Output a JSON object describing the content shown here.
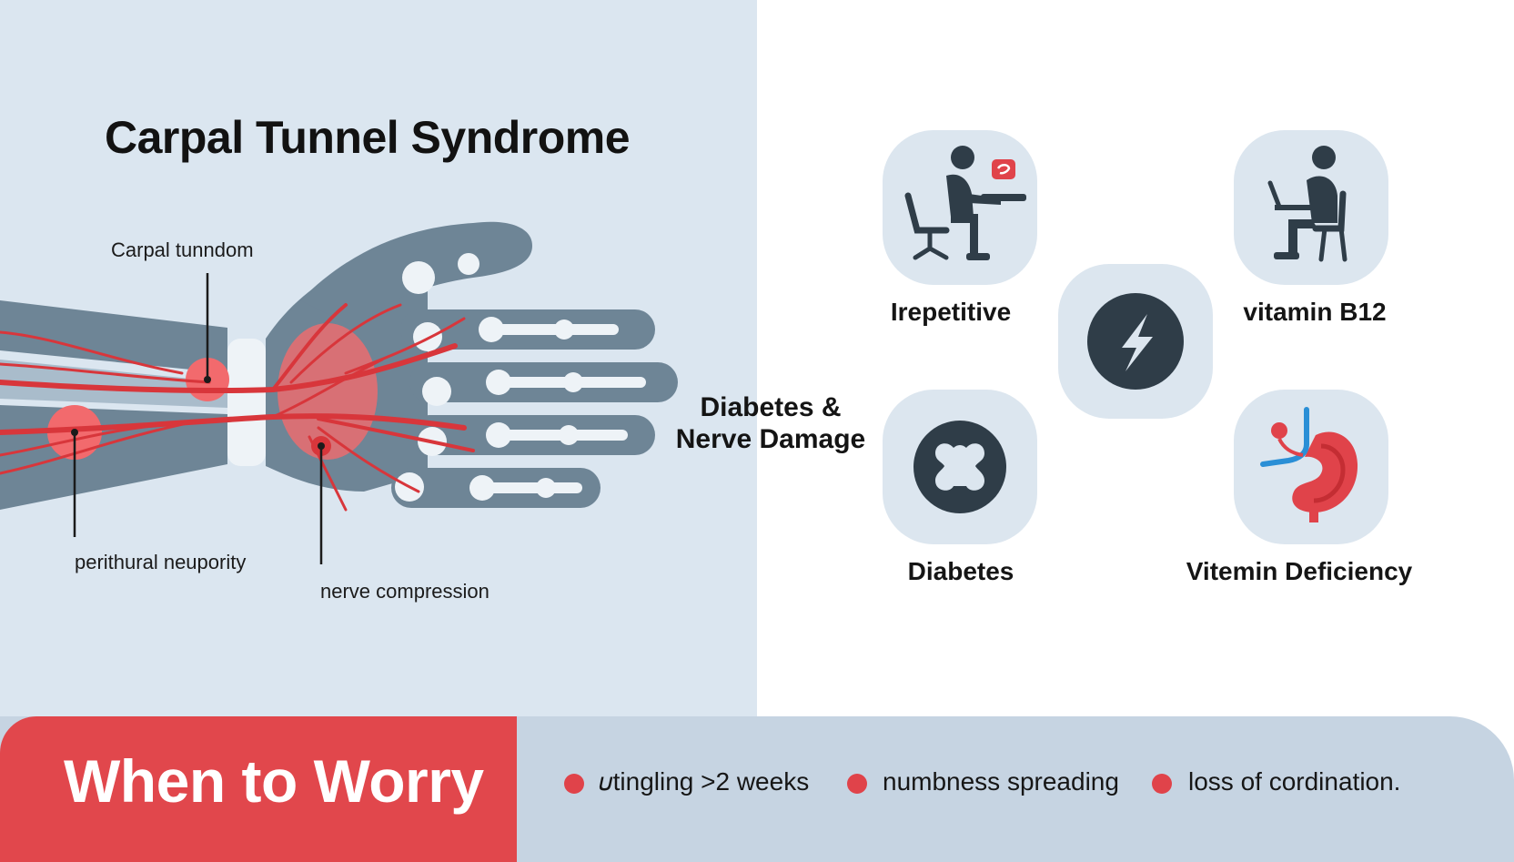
{
  "title": "Carpal Tunnel Syndrome",
  "anatomy_labels": {
    "top": "Carpal tunndom",
    "left": "perithural neupority",
    "right": "nerve compression"
  },
  "center_label": {
    "line1": "Diabetes &",
    "line2": "Nerve Damage"
  },
  "categories": [
    {
      "label": "Irepetitive",
      "icon": "person-at-desk-icon"
    },
    {
      "label": "vitamin B12",
      "icon": "person-with-laptop-icon"
    },
    {
      "label": "",
      "icon": "lightning-bolt-icon"
    },
    {
      "label": "Diabetes",
      "icon": "pancreas-icon"
    },
    {
      "label": "Vitemin Deficiency",
      "icon": "stomach-icon"
    }
  ],
  "when_to_worry": {
    "title": "When to Worry",
    "items": [
      "𝜐tingling >2 weeks",
      "numbness spreading",
      "loss of cordination."
    ]
  },
  "colors": {
    "panel_bg": "#dbe6f0",
    "bone": "#6e8596",
    "nerve": "#d8363b",
    "highlight": "#f26a6d",
    "accent_red": "#e1474c",
    "bar_bg": "#c6d4e2",
    "icon_dark": "#2f3d48"
  }
}
